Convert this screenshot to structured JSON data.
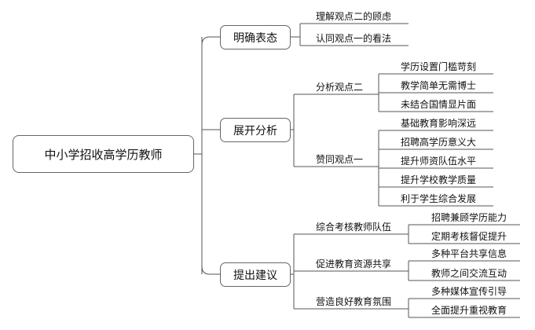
{
  "root": "中小学招收高学历教师",
  "branches": [
    {
      "label": "明确表态",
      "items": [
        "理解观点二的顾虑",
        "认同观点一的看法"
      ]
    },
    {
      "label": "展开分析",
      "groups": [
        {
          "label": "分析观点二",
          "items": [
            "学历设置门槛苛刻",
            "教学简单无需博士",
            "未结合国情显片面"
          ]
        },
        {
          "label": "赞同观点一",
          "items": [
            "基础教育影响深远",
            "招聘高学历意义大",
            "提升师资队伍水平",
            "提升学校教学质量",
            "利于学生综合发展"
          ]
        }
      ]
    },
    {
      "label": "提出建议",
      "groups": [
        {
          "label": "综合考核教师队伍",
          "items": [
            "招聘兼顾学历能力",
            "定期考核督促提升"
          ]
        },
        {
          "label": "促进教育资源共享",
          "items": [
            "多种平台共享信息",
            "教师之间交流互动"
          ]
        },
        {
          "label": "营造良好教育氛围",
          "items": [
            "多种媒体宣传引导",
            "全面提升重视教育"
          ]
        }
      ]
    }
  ]
}
